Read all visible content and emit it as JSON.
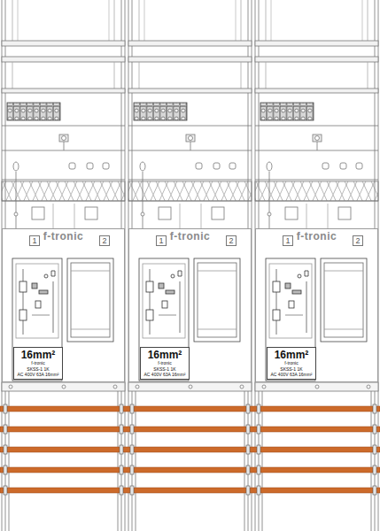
{
  "diagram": {
    "nodes": [
      {
        "text": [
          "f-tronic"
        ]
      },
      {
        "text": [
          "1"
        ],
        "in": 0
      },
      {
        "text": [
          "2"
        ],
        "in": 0
      },
      {
        "text": [
          "16mm²",
          "f-tronic",
          "SKSS-1 1K",
          "AC 400V 63A 16mm²"
        ],
        "in": 0
      },
      {
        "text": [
          "f-tronic"
        ]
      },
      {
        "text": [
          "1"
        ],
        "in": 4
      },
      {
        "text": [
          "2"
        ],
        "in": 4
      },
      {
        "text": [
          "16mm²",
          "f-tronic",
          "SKSS-1 1K",
          "AC 400V 63A 16mm²"
        ],
        "in": 4
      },
      {
        "text": [
          "f-tronic"
        ]
      },
      {
        "text": [
          "1"
        ],
        "in": 8
      },
      {
        "text": [
          "2"
        ],
        "in": 8
      },
      {
        "text": [
          "16mm²",
          "f-tronic",
          "SKSS-1 1K",
          "AC 400V 63A 16mm²"
        ],
        "in": 8
      }
    ]
  }
}
